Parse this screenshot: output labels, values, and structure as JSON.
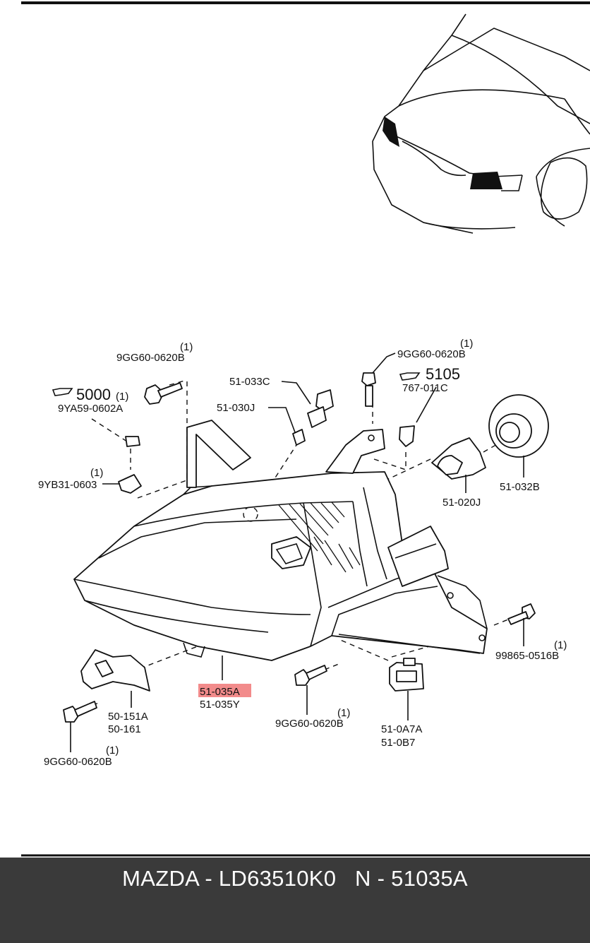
{
  "callouts": {
    "bolt_top_left": {
      "qty": "(1)",
      "part": "9GG60-0620B"
    },
    "ref_5000": {
      "num": "5000",
      "qty": "(1)",
      "sub": "9YA59-0602A"
    },
    "clip_left": {
      "qty": "(1)",
      "part": "9YB31-0603"
    },
    "bulb_side": "51-033C",
    "socket_side": "51-030J",
    "bolt_top_right": {
      "qty": "(1)",
      "part": "9GG60-0620B"
    },
    "ref_5105": {
      "num": "5105",
      "sub": "767-011C"
    },
    "headlamp_bulb": "51-020J",
    "bulb_cover": "51-032B",
    "headlamp_assembly": {
      "selected": "51-035A",
      "alt": "51-035Y"
    },
    "bracket": {
      "a": "50-151A",
      "b": "50-161"
    },
    "bolt_bottom_left": {
      "qty": "(1)",
      "part": "9GG60-0620B"
    },
    "bolt_bottom_mid": {
      "qty": "(1)",
      "part": "9GG60-0620B"
    },
    "screw_right": {
      "qty": "(1)",
      "part": "99865-0516B"
    },
    "connector": {
      "a": "51-0A7A",
      "b": "51-0B7"
    }
  },
  "highlight_color": "#f28b8b",
  "footer": {
    "text": "MAZDA - LD63510K0   N - 51035A"
  }
}
